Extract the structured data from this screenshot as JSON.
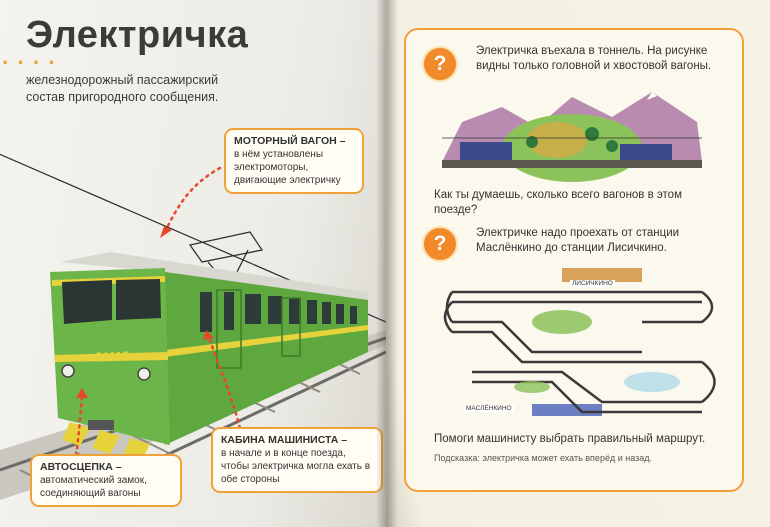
{
  "left_page": {
    "title": "Электричка",
    "definition": "железнодорожный пассажирский состав пригородного сообщения.",
    "train_number": "31115",
    "callouts": {
      "motor_car": {
        "title": "МОТОРНЫЙ ВАГОН –",
        "text": "в нём установлены электромоторы, двигающие электричку"
      },
      "driver_cab": {
        "title": "КАБИНА МАШИНИСТА –",
        "text": "в начале и в конце поезда, чтобы электричка могла ехать в обе стороны"
      },
      "coupler": {
        "title": "АВТОСЦЕПКА –",
        "text": "автоматический замок, соединяющий вагоны"
      }
    }
  },
  "right_page": {
    "question_icon": "?",
    "question1": {
      "text": "Электричка въехала в тоннель. На рисунке видны только головной и хвостовой вагоны.",
      "ask": "Как ты думаешь, сколько всего вагонов в этом поезде?"
    },
    "question2": {
      "text": "Электричке надо проехать от станции Маслёнкино до станции Лисичкино.",
      "station_top": "ЛИСИЧКИНО",
      "station_bottom": "МАСЛЁНКИНО",
      "ask": "Помоги машинисту выбрать правильный маршрут.",
      "hint": "Подсказка: электричка может ехать вперёд и назад."
    }
  },
  "colors": {
    "accent_orange": "#f0a23a",
    "train_green": "#6cb548",
    "train_yellow": "#e6d23a",
    "title_gray": "#3c3b37"
  }
}
